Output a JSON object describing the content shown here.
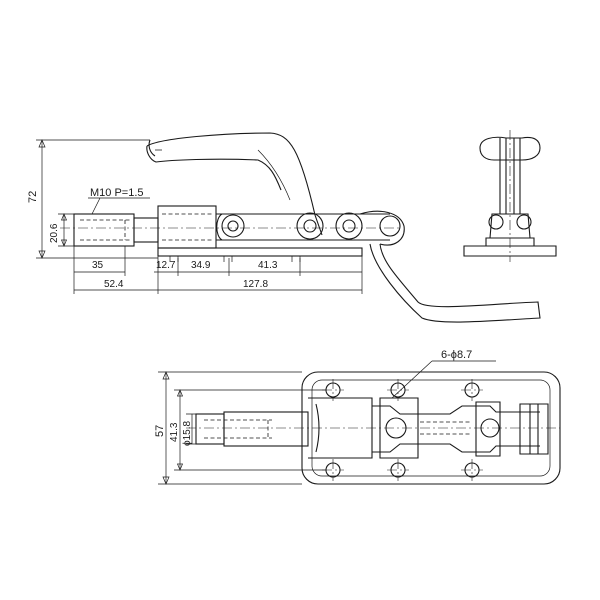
{
  "side_view": {
    "thread_label": "M10  P=1.5",
    "height_total": "72",
    "height_body": "20.6",
    "dim_thread_len": "35",
    "dim_plunger_len": "52.4",
    "dim_a": "12.7",
    "dim_b": "34.9",
    "dim_c": "41.3",
    "dim_base_len": "127.8"
  },
  "top_view": {
    "hole_label": "6-ϕ8.7",
    "width_total": "57",
    "width_holes": "41.3",
    "diameter_shaft": "ϕ15.8"
  },
  "colors": {
    "line": "#1a1a1a",
    "background": "#ffffff"
  }
}
